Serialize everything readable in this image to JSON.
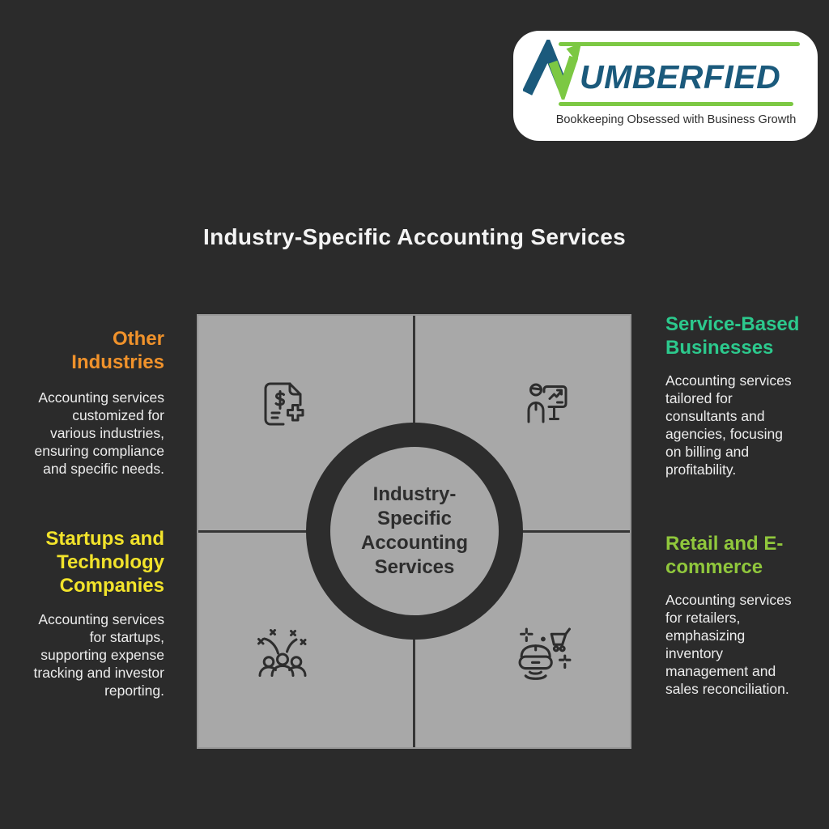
{
  "logo_card": {
    "brand_name": "NUMBERFIED",
    "brand_text": "UMBERFIED",
    "tagline": "Bookkeeping Obsessed with Business Growth",
    "colors": {
      "card_bg": "#ffffff",
      "brand_blue": "#1b5a7c",
      "brand_green": "#7cc843",
      "tagline_text": "#2e2e2e"
    }
  },
  "title": {
    "text": "Industry-Specific Accounting Services",
    "color": "#f4f4f4"
  },
  "diagram": {
    "quadrant_bg": "#a8a8a8",
    "divider_color": "#353535",
    "ring_color": "#2d2d2d",
    "center_label": "Industry-Specific Accounting Services",
    "center_label_lines": [
      "Industry-",
      "Specific",
      "Accounting",
      "Services"
    ],
    "icons": [
      {
        "name": "medical-invoice-icon",
        "quadrant": "top-left"
      },
      {
        "name": "presentation-growth-icon",
        "quadrant": "top-right"
      },
      {
        "name": "team-celebration-icon",
        "quadrant": "bottom-left"
      },
      {
        "name": "vr-shopping-icon",
        "quadrant": "bottom-right"
      }
    ]
  },
  "sections": [
    {
      "heading": "Other Industries",
      "description": "Accounting services customized for various industries, ensuring compliance and specific needs.",
      "heading_color": "#f0922b",
      "side": "left"
    },
    {
      "heading": "Service-Based Businesses",
      "description": "Accounting services tailored for consultants and agencies, focusing on billing and profitability.",
      "heading_color": "#2cc98d",
      "side": "right"
    },
    {
      "heading": "Startups and Technology Companies",
      "description": "Accounting services for startups, supporting expense tracking and investor reporting.",
      "heading_color": "#f2e32b",
      "side": "left"
    },
    {
      "heading": "Retail and E-commerce",
      "description": "Accounting services for retailers, emphasizing inventory management and sales reconciliation.",
      "heading_color": "#90c73c",
      "side": "right"
    }
  ],
  "background_color": "#2b2b2b"
}
